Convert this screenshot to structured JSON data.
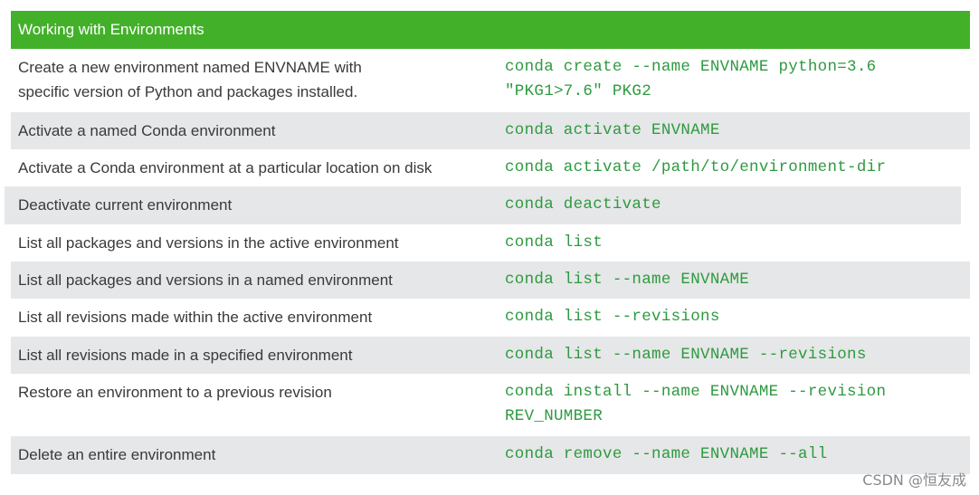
{
  "header": {
    "title": "Working with Environments"
  },
  "rows": [
    {
      "desc": "Create a new environment named ENVNAME with\nspecific version of Python and packages installed.",
      "cmd": "conda create --name ENVNAME python=3.6\n\"PKG1>7.6\" PKG2"
    },
    {
      "desc": "Activate a named Conda environment",
      "cmd": "conda activate ENVNAME"
    },
    {
      "desc": "Activate a Conda environment at a particular location on disk",
      "cmd": "conda activate /path/to/environment-dir"
    },
    {
      "desc": "Deactivate current environment",
      "cmd": "conda deactivate"
    },
    {
      "desc": "List all packages and versions in the active environment",
      "cmd": "conda list"
    },
    {
      "desc": "List all packages and versions in a named environment",
      "cmd": "conda list --name ENVNAME"
    },
    {
      "desc": "List all revisions made within the active environment",
      "cmd": "conda list --revisions"
    },
    {
      "desc": "List all revisions made in a specified environment",
      "cmd": "conda list --name ENVNAME --revisions"
    },
    {
      "desc": "Restore an environment to a previous revision",
      "cmd": "conda install --name ENVNAME --revision\nREV_NUMBER"
    },
    {
      "desc": "Delete an entire environment",
      "cmd": "conda remove --name ENVNAME --all"
    }
  ],
  "watermark": "CSDN @恒友成",
  "colors": {
    "header_bg": "#43b02a",
    "command_text": "#2e9a40",
    "row_shade": "#e6e7e8"
  }
}
